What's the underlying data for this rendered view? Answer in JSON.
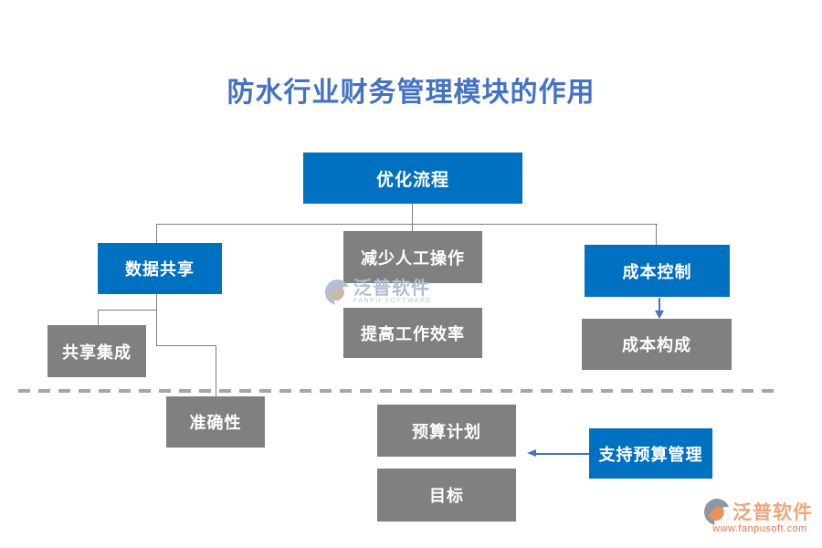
{
  "title": {
    "text": "防水行业财务管理模块的作用",
    "color": "#4472C4"
  },
  "diagram": {
    "nodes": {
      "optimize": {
        "label": "优化流程",
        "style": "blue"
      },
      "data_share": {
        "label": "数据共享",
        "style": "blue"
      },
      "reduce_manual": {
        "label": "减少人工操作",
        "style": "gray"
      },
      "cost_control": {
        "label": "成本控制",
        "style": "blue"
      },
      "improve_efficiency": {
        "label": "提高工作效率",
        "style": "gray"
      },
      "share_integration": {
        "label": "共享集成",
        "style": "gray"
      },
      "cost_composition": {
        "label": "成本构成",
        "style": "gray"
      },
      "accuracy": {
        "label": "准确性",
        "style": "gray"
      },
      "budget_plan": {
        "label": "预算计划",
        "style": "gray"
      },
      "goal": {
        "label": "目标",
        "style": "gray"
      },
      "support_budget": {
        "label": "支持预算管理",
        "style": "blue"
      }
    },
    "edges": [
      {
        "from": "optimize",
        "to": "data_share",
        "style": "gray-line"
      },
      {
        "from": "optimize",
        "to": "reduce_manual",
        "style": "gray-line"
      },
      {
        "from": "optimize",
        "to": "cost_control",
        "style": "gray-line"
      },
      {
        "from": "data_share",
        "to": "share_integration",
        "style": "gray-line"
      },
      {
        "from": "data_share",
        "to": "accuracy",
        "style": "gray-line"
      },
      {
        "from": "cost_control",
        "to": "cost_composition",
        "style": "blue-arrow-down"
      },
      {
        "from": "support_budget",
        "to": "budget_plan",
        "style": "blue-arrow-left"
      }
    ],
    "colors": {
      "blue_box": "#0070C0",
      "gray_box": "#808080",
      "connector": "#7F7F7F",
      "dashed_divider": "#A6A6A6",
      "arrow_blue": "#4472C4"
    }
  },
  "watermark_center": {
    "brand": "泛普软件",
    "brand_sub": "FANPU SOFTWARE"
  },
  "brand_footer": {
    "brand": "泛普软件",
    "url": "www.fanpusoft.com"
  }
}
